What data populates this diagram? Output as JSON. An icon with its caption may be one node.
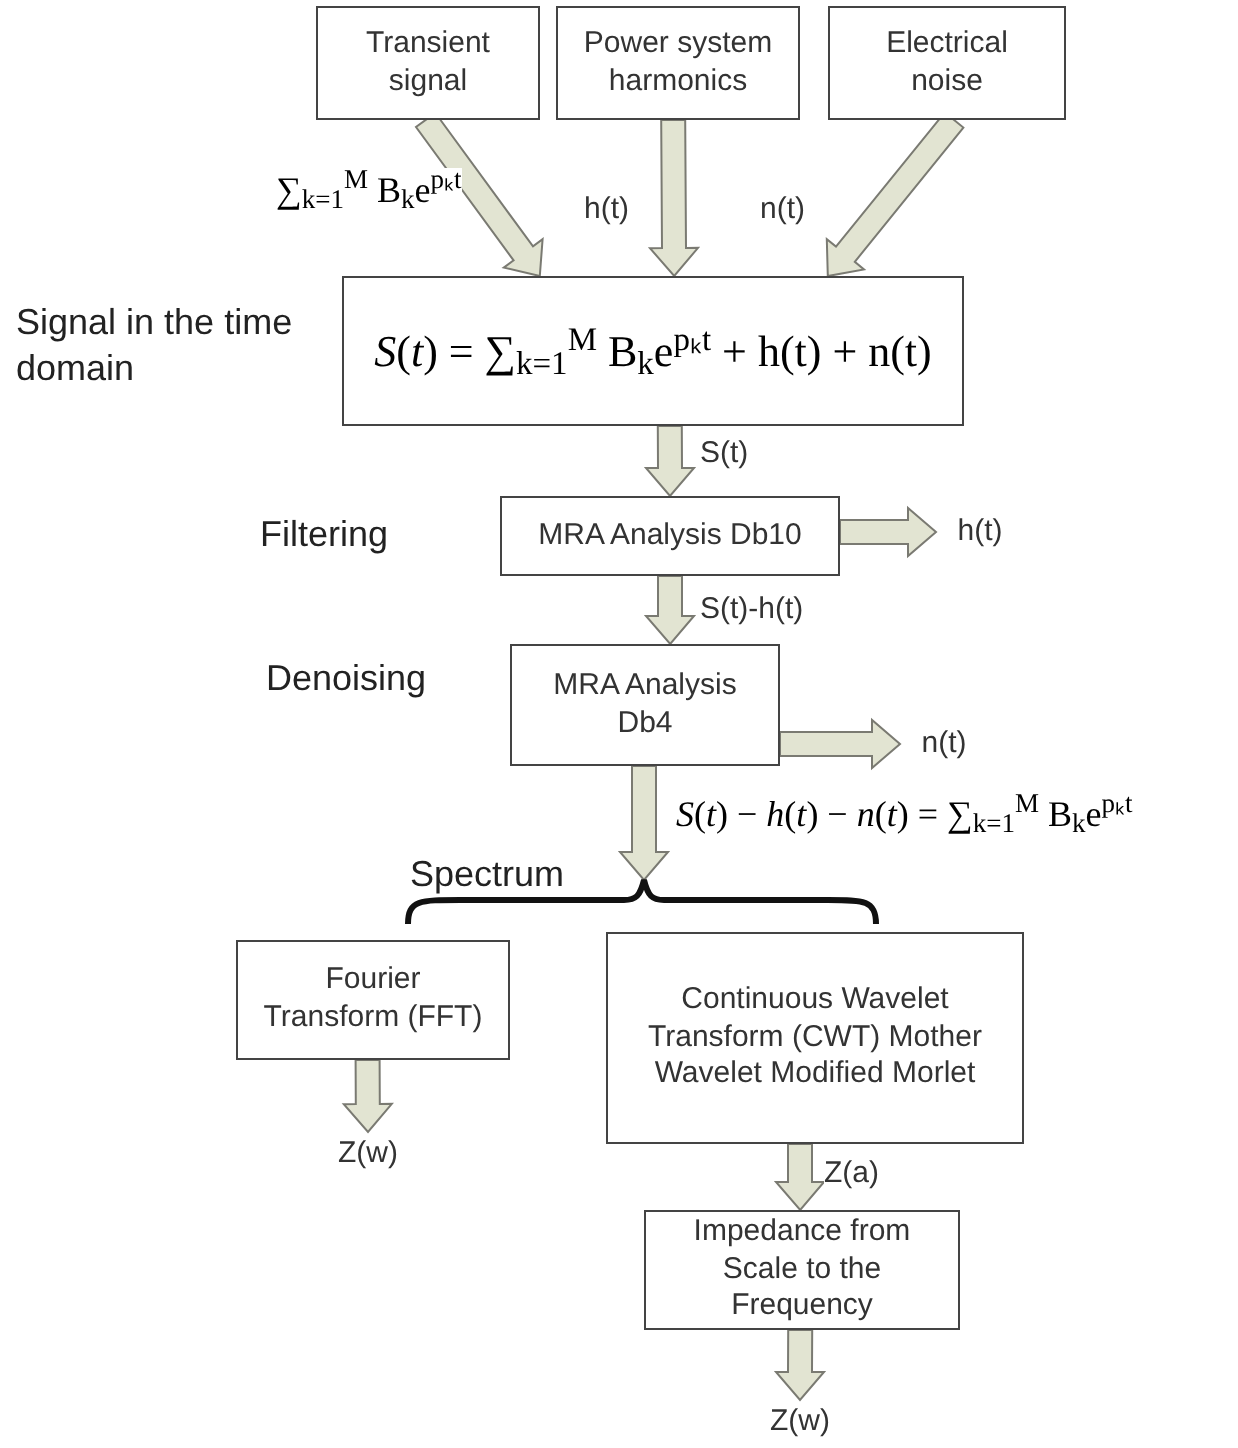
{
  "diagram": {
    "nodes": [
      {
        "text": [
          "Transient signal"
        ]
      },
      {
        "text": [
          "Power system harmonics"
        ]
      },
      {
        "text": [
          "Electrical noise"
        ]
      },
      {
        "text": [
          "*S*(*t*) = ∑$_{k=1}$$^{M}$ B$_{k}$e$^{pₖt}$ + h(t) + n(t)"
        ],
        "beside": [
          "Signal in the time domain"
        ]
      },
      {
        "text": [
          "MRA Analysis Db10"
        ],
        "beside": [
          "Filtering"
        ]
      },
      {
        "text": [
          "MRA Analysis Db4"
        ],
        "beside": [
          "Denoising"
        ]
      },
      {
        "text": [
          "Fourier Transform (FFT)"
        ]
      },
      {
        "text": [
          "Continuous Wavelet Transform (CWT) Mother Wavelet Modified Morlet"
        ]
      },
      {
        "text": [
          "Impedance from Scale to the Frequency"
        ]
      },
      {
        "text": [
          "h(t)"
        ]
      },
      {
        "text": [
          "n(t)"
        ]
      },
      {
        "text": [
          "Z(w)"
        ]
      },
      {
        "text": [
          "Z(w)"
        ]
      }
    ],
    "edges": [
      {
        "from": 0,
        "to": 3,
        "arrow": "to",
        "label": "∑$_{k=1}$$^{M}$ B$_{k}$e$^{pₖt}$"
      },
      {
        "from": 1,
        "to": 3,
        "arrow": "to",
        "label": "h(t)"
      },
      {
        "from": 2,
        "to": 3,
        "arrow": "to",
        "label": "n(t)"
      },
      {
        "from": 3,
        "to": 4,
        "arrow": "to",
        "label": "S(t)"
      },
      {
        "from": 4,
        "to": 9,
        "arrow": "to"
      },
      {
        "from": 4,
        "to": 5,
        "arrow": "to",
        "label": "S(t)-h(t)"
      },
      {
        "from": 5,
        "to": 10,
        "arrow": "to"
      },
      {
        "from": 5,
        "to": null,
        "arrow": "to",
        "label": "*S*(*t*) − *h*(*t*) − *n*(*t*) = ∑$_{k=1}$$^{M}$ B$_{k}$e$^{pₖt}$"
      },
      {
        "from": 6,
        "to": 11,
        "arrow": "to"
      },
      {
        "from": 7,
        "to": 8,
        "arrow": "to",
        "label": "Z(a)"
      },
      {
        "from": 8,
        "to": 12,
        "arrow": "to"
      }
    ],
    "labels": [
      "Spectrum"
    ]
  }
}
